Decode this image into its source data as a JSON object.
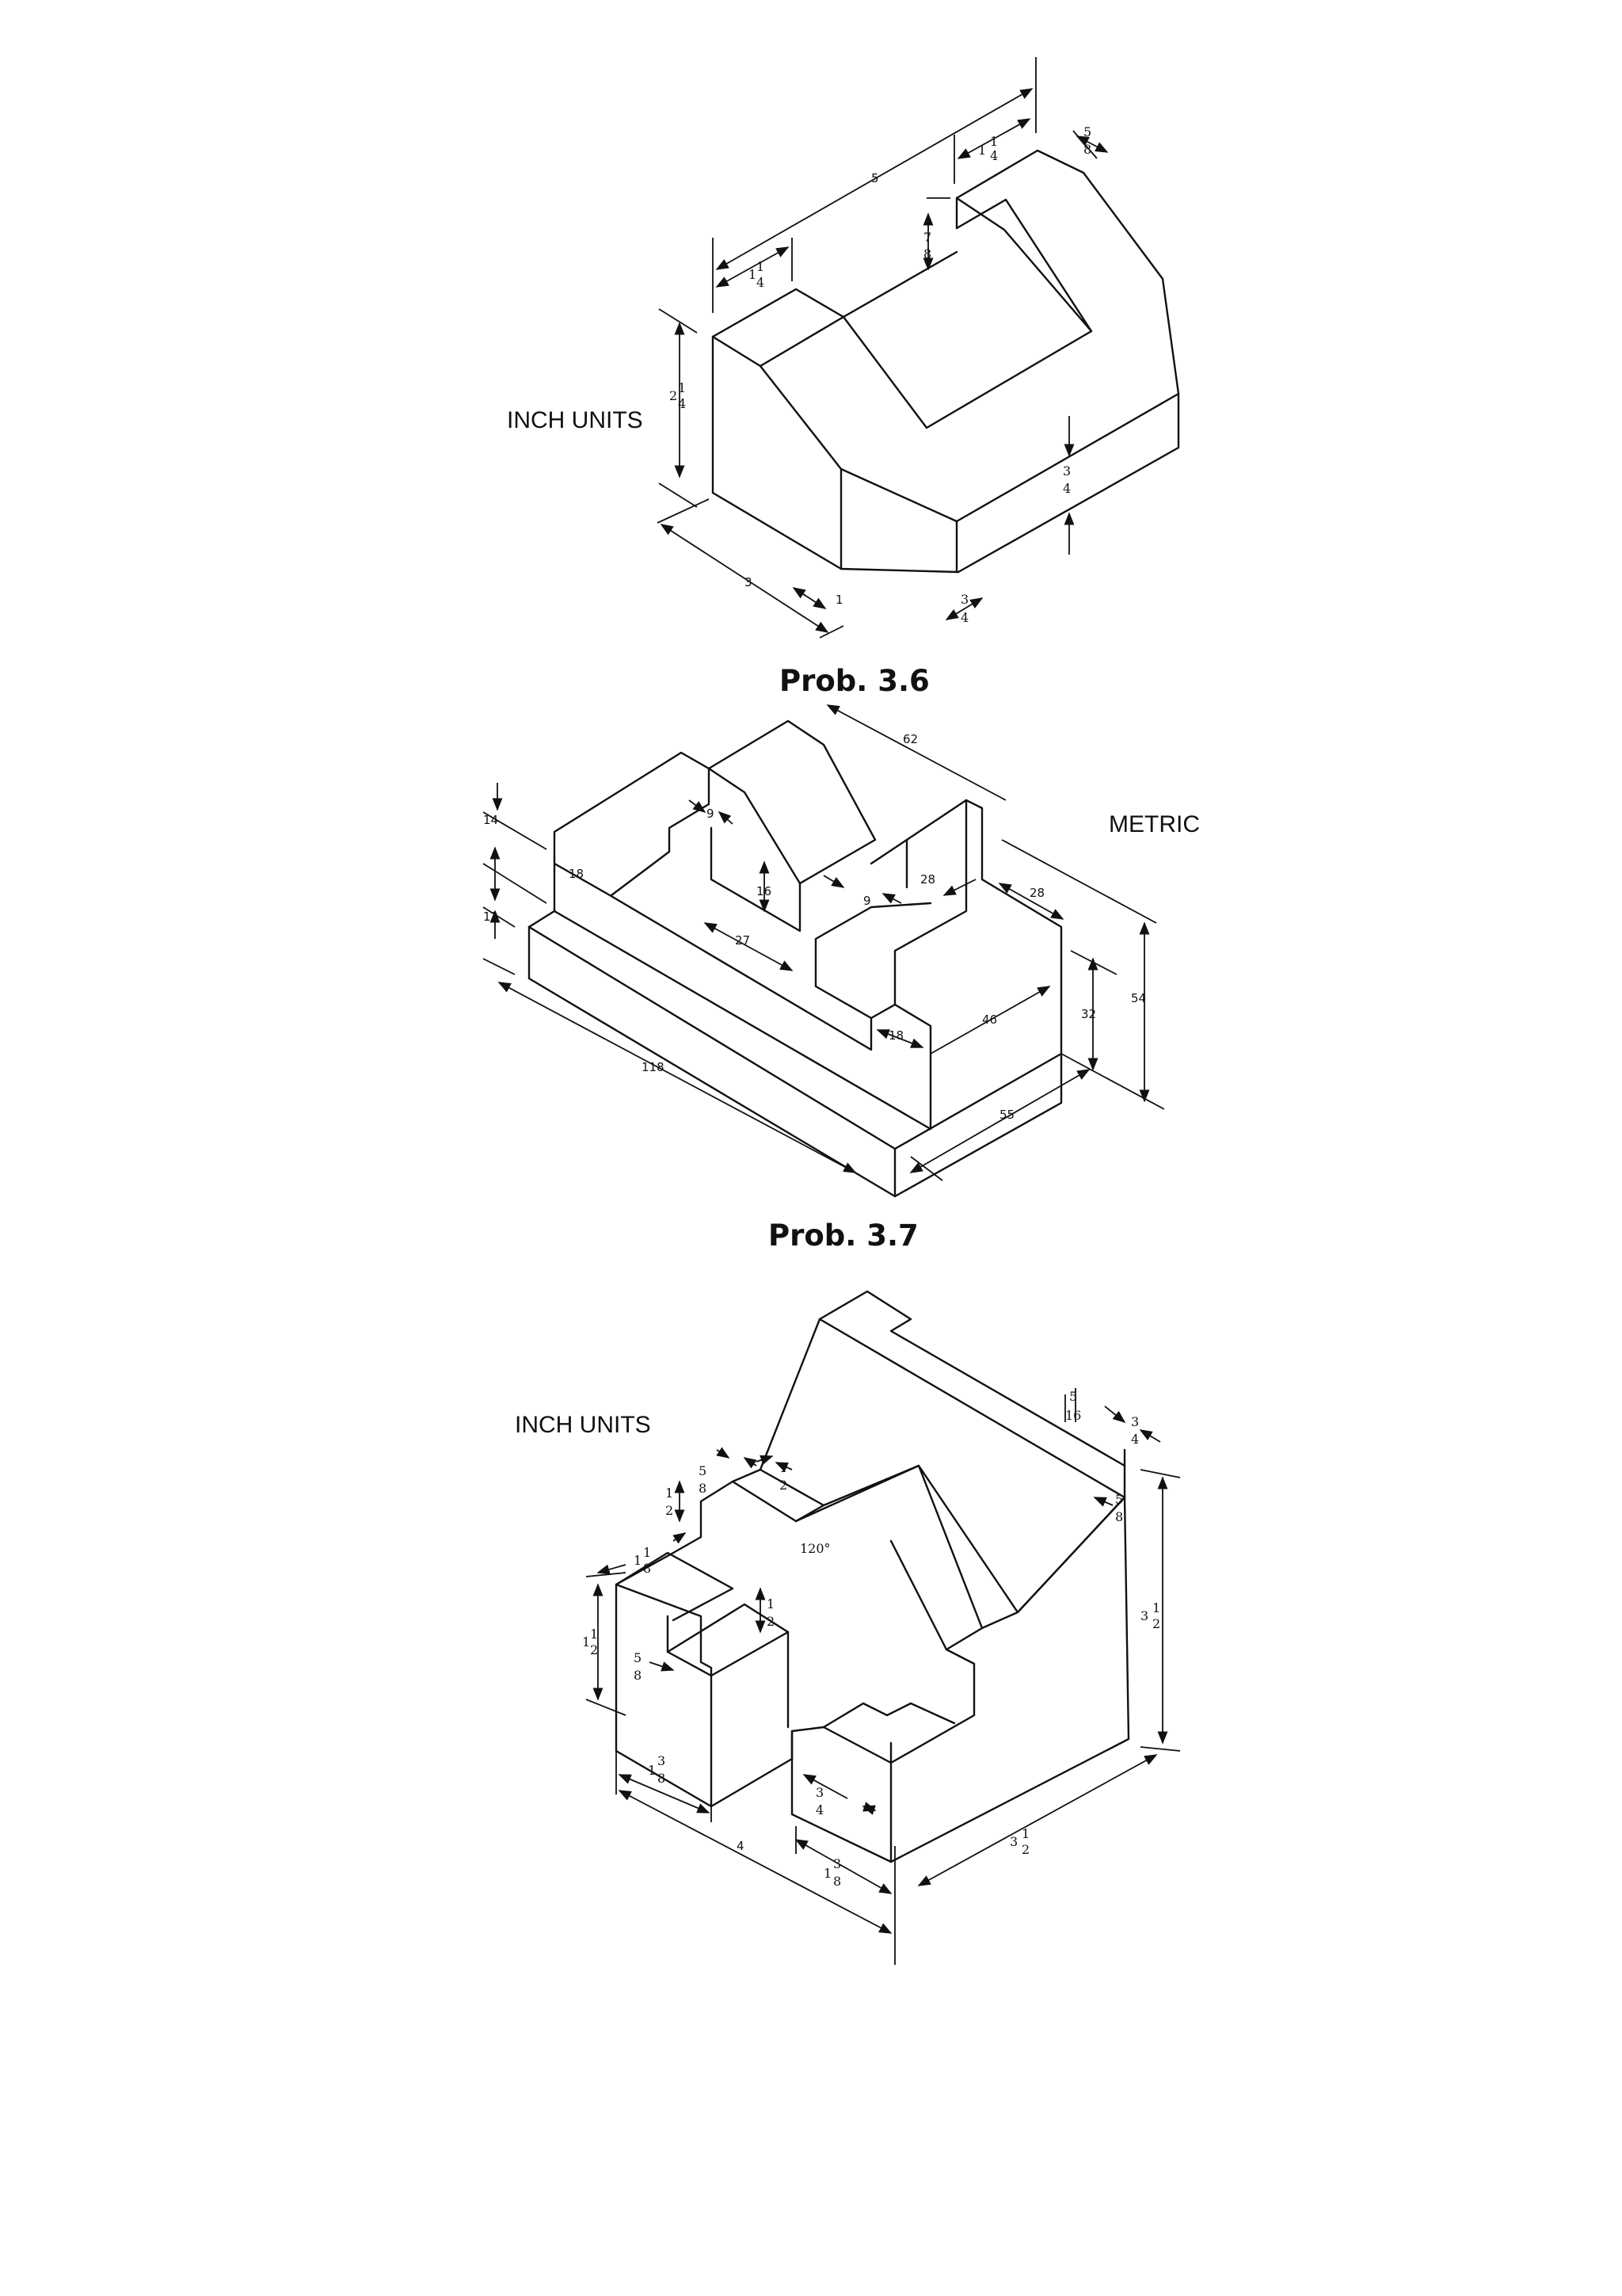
{
  "figure1": {
    "units_label": "INCH UNITS",
    "caption": "Prob. 3.6",
    "dims": {
      "overall_length": "5",
      "top_left": "1",
      "top_right": "1",
      "right_top": "5",
      "step": "7",
      "height": "2",
      "depth": "3",
      "front": "1",
      "right_low": "3",
      "right_side": "3"
    }
  },
  "figure2": {
    "units_label": "METRIC",
    "caption": "Prob. 3.7",
    "dims": {
      "top_width": "62",
      "gap_a": "9",
      "gap_b": "9",
      "d14": "14",
      "d12": "12",
      "d18a": "18",
      "d16": "16",
      "d27": "27",
      "d28a": "28",
      "d28b": "28",
      "d54": "54",
      "d32": "32",
      "d46": "46",
      "d18b": "18",
      "d118": "118",
      "d55": "55"
    }
  },
  "figure3": {
    "units_label": "INCH UNITS",
    "dims": {
      "d516": "5",
      "d34a": "3",
      "d58a": "5",
      "d12a": "1",
      "d12b": "1",
      "d58b": "5",
      "d118": "1",
      "angle": "120°",
      "d112": "1",
      "d12c": "1",
      "d58c": "5",
      "d312a": "3",
      "d138a": "1",
      "d34b": "3",
      "d4": "4",
      "d138b": "1",
      "d312b": "3"
    }
  }
}
